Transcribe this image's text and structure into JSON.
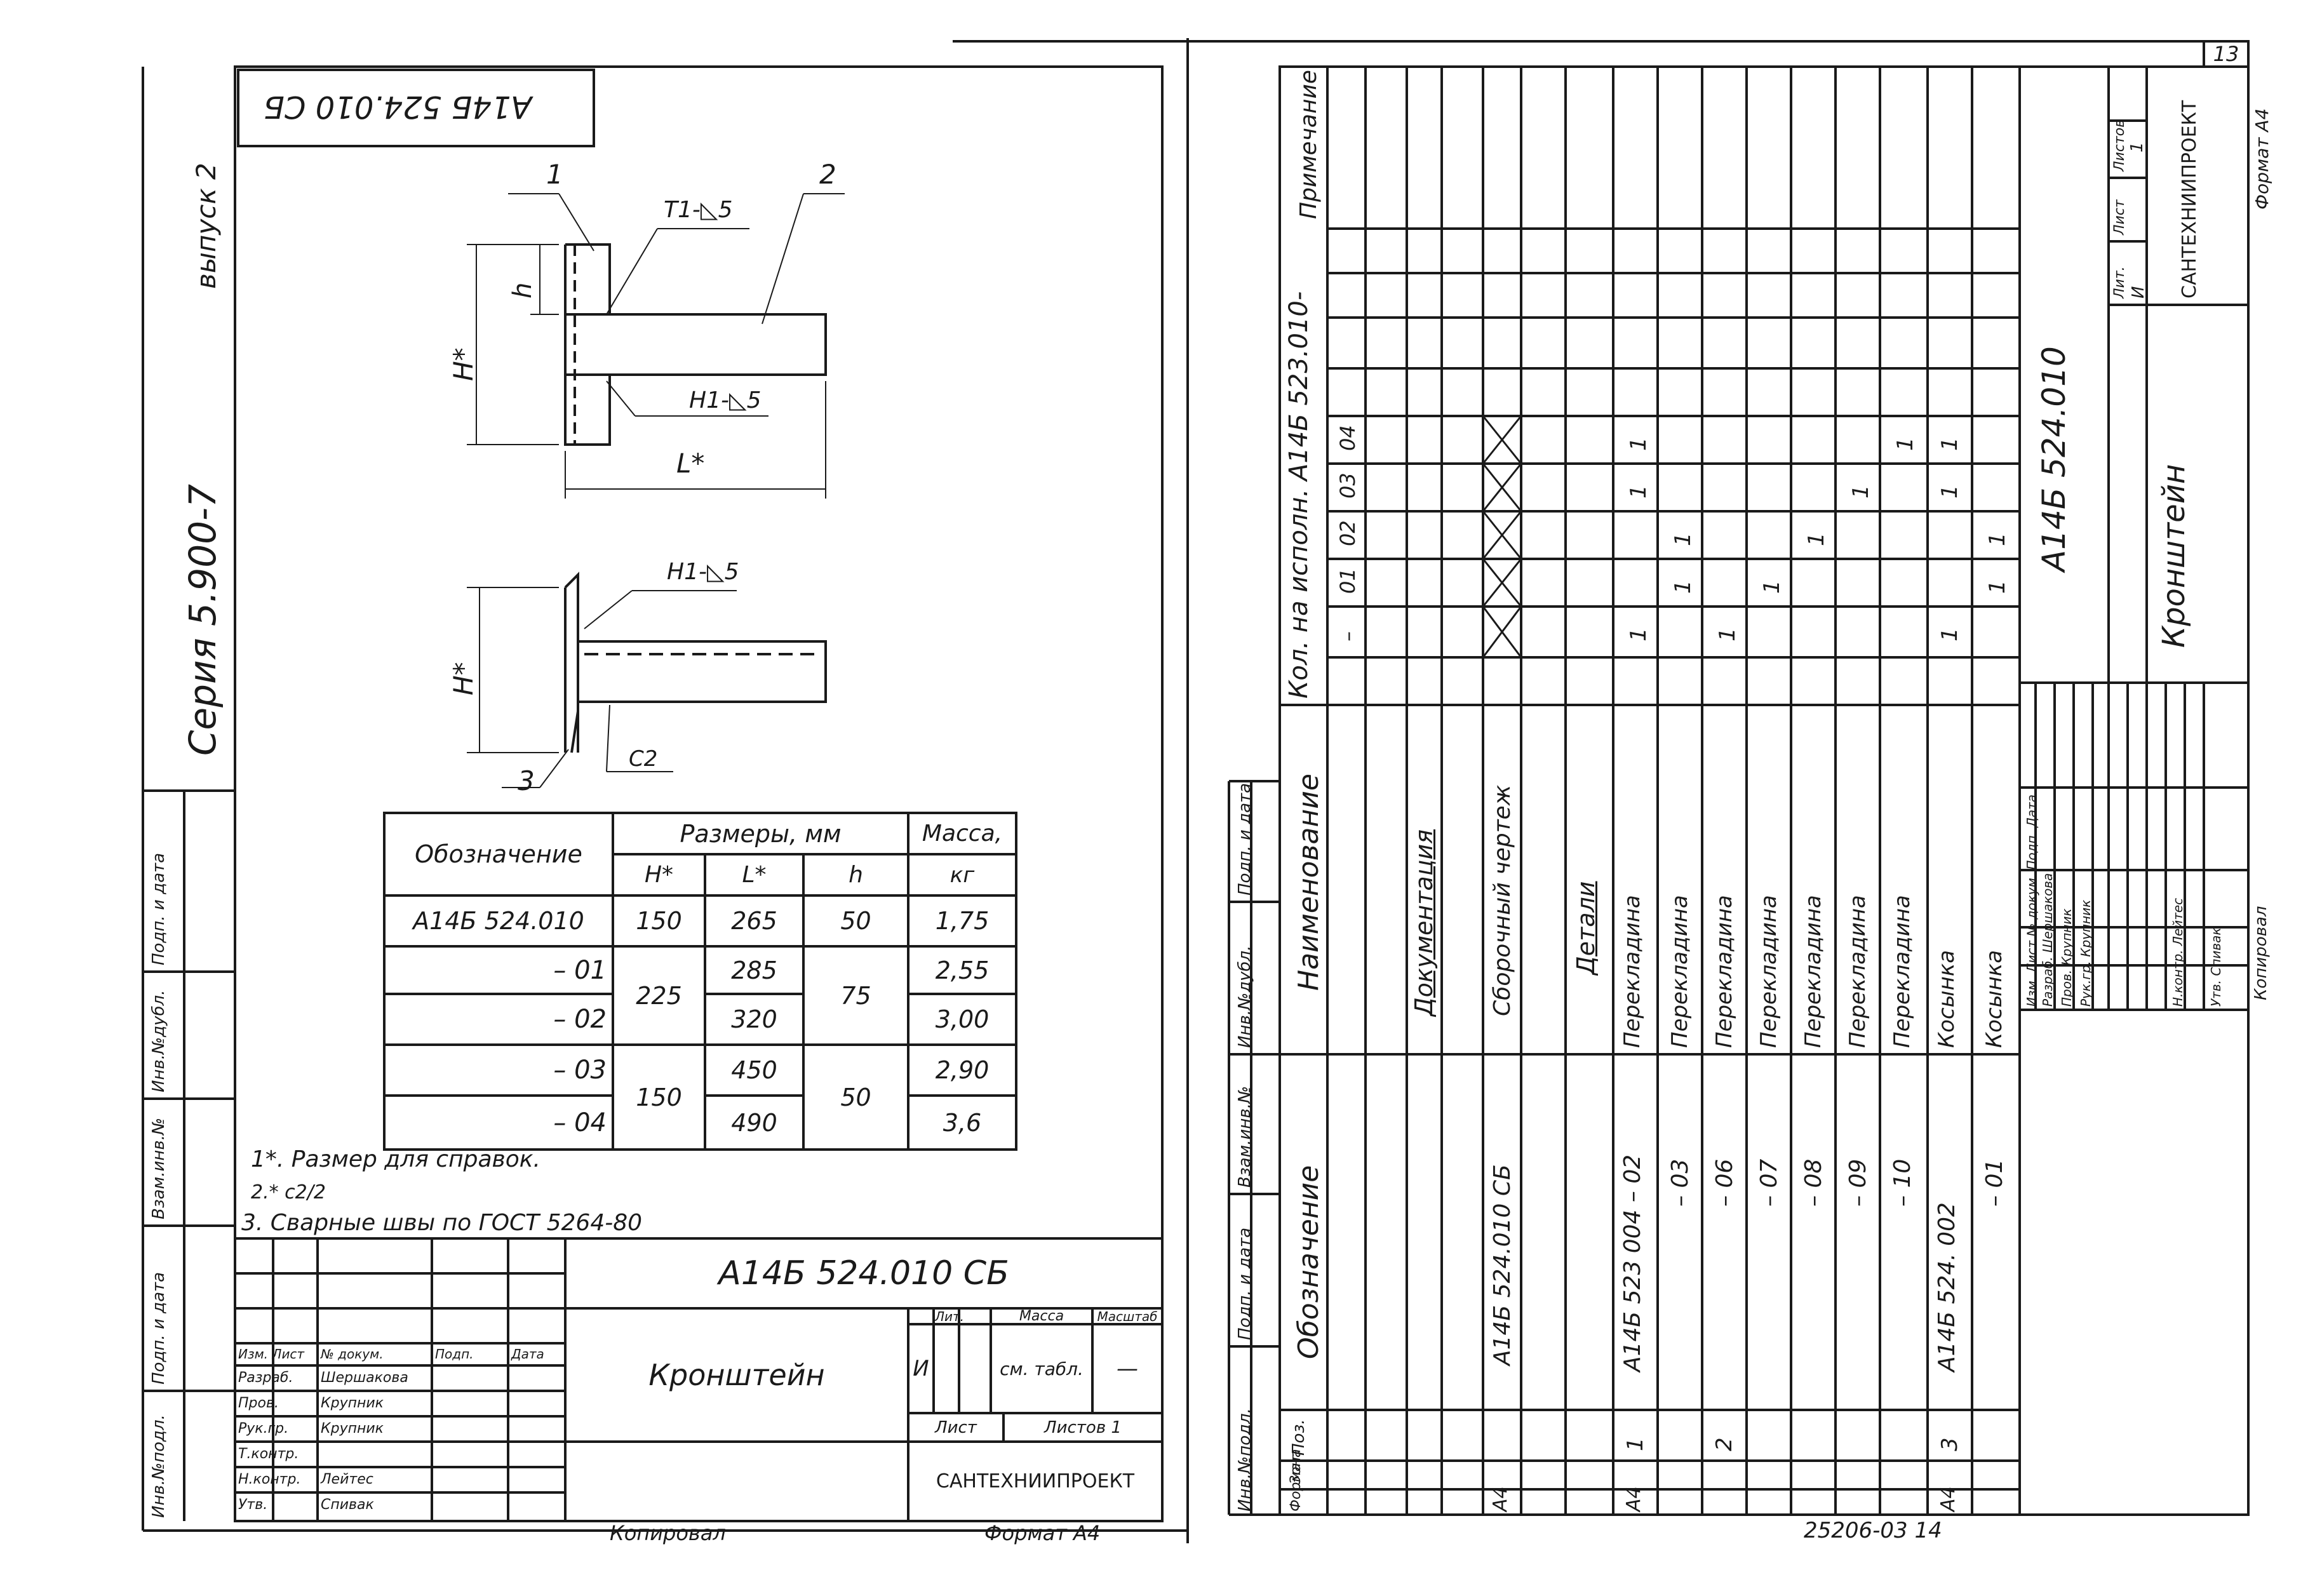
{
  "left_sheet": {
    "stamp_top": "А14Б 524.010 СБ",
    "series_label": "Серия   5.900-7",
    "issue_label": "выпуск 2",
    "drawing": {
      "leader_1": "1",
      "leader_2": "2",
      "leader_3": "3",
      "weld_top": "Т1-◺5",
      "weld_mid": "Н1-◺5",
      "weld_bottom": "Н1-◺5",
      "dim_h": "h",
      "dim_H": "H*",
      "dim_H2": "H*",
      "dim_L": "L*",
      "dim_c2": "С2"
    },
    "size_table": {
      "h_designation": "Обозначение",
      "h_sizes": "Размеры, мм",
      "h_mass": "Масса,",
      "h_mass_unit": "кг",
      "h_H": "H*",
      "h_L": "L*",
      "h_h": "h",
      "rows": [
        {
          "designation": "А14Б 524.010",
          "H": "150",
          "L": "265",
          "h": "50",
          "mass": "1,75"
        },
        {
          "designation": "– 01",
          "H": "225",
          "L": "285",
          "h": "75",
          "mass": "2,55"
        },
        {
          "designation": "– 02",
          "H": "",
          "L": "320",
          "h": "",
          "mass": "3,00"
        },
        {
          "designation": "– 03",
          "H": "150",
          "L": "450",
          "h": "50",
          "mass": "2,90"
        },
        {
          "designation": "– 04",
          "H": "",
          "L": "490",
          "h": "",
          "mass": "3,6"
        }
      ]
    },
    "notes": {
      "n1": "1*. Размер для справок.",
      "n2": "2.* c2/2",
      "n3": "3. Сварные швы по ГОСТ 5264-80"
    },
    "title_block": {
      "code": "А14Б 524.010 СБ",
      "name": "Кронштейн",
      "lit_header": "Лит.",
      "mass_header": "Масса",
      "scale_header": "Масштаб",
      "lit_value": "И",
      "mass_value": "см. табл.",
      "scale_value": "—",
      "sheet_label": "Лист",
      "sheets_label": "Листов 1",
      "org": "САНТЕХНИИПРОЕКТ",
      "signers": [
        {
          "role": "Изм. Лист",
          "name": "№ докум.",
          "sign": "Подп.",
          "date": "Дата"
        },
        {
          "role": "Разраб.",
          "name": "Шершакова",
          "sign": "",
          "date": ""
        },
        {
          "role": "Пров.",
          "name": "Крупник",
          "sign": "",
          "date": ""
        },
        {
          "role": "Рук.гр.",
          "name": "Крупник",
          "sign": "",
          "date": ""
        },
        {
          "role": "Т.контр.",
          "name": "",
          "sign": "",
          "date": ""
        },
        {
          "role": "Н.контр.",
          "name": "Лейтес",
          "sign": "",
          "date": ""
        },
        {
          "role": "Утв.",
          "name": "Спивак",
          "sign": "",
          "date": ""
        }
      ]
    },
    "footer_copied": "Копировал",
    "footer_format": "Формат А4",
    "side_labels": [
      "Инв.№подл.",
      "Подп. и дата",
      "Взам.инв.№",
      "Инв.№дубл.",
      "Подп. и дата"
    ]
  },
  "right_sheet": {
    "sheet_number": "13",
    "spec_headers": {
      "format": "Формат",
      "zone": "Зона",
      "pos": "Поз.",
      "designation": "Обозначение",
      "name": "Наименование",
      "qty_header": "Кол. на исполн.   А14Б 523.010-",
      "note": "Примечание",
      "variants": [
        "–",
        "01",
        "02",
        "03",
        "04"
      ]
    },
    "spec_rows": [
      {
        "format": "",
        "pos": "",
        "designation": "",
        "name": "Документация",
        "q": [
          "",
          "",
          "",
          "",
          ""
        ]
      },
      {
        "format": "А4",
        "pos": "",
        "designation": "А14Б 524.010 СБ",
        "name": "Сборочный чертеж",
        "q": [
          "X",
          "X",
          "X",
          "X",
          "X"
        ]
      },
      {
        "format": "",
        "pos": "",
        "designation": "",
        "name": "Детали",
        "q": [
          "",
          "",
          "",
          "",
          ""
        ]
      },
      {
        "format": "А4",
        "pos": "1",
        "designation": "А14Б 523 004 – 02",
        "name": "Перекладина",
        "q": [
          "1",
          "",
          "",
          "1",
          "1"
        ]
      },
      {
        "format": "",
        "pos": "",
        "designation": "– 03",
        "name": "Перекладина",
        "q": [
          "",
          "1",
          "1",
          "",
          ""
        ]
      },
      {
        "format": "",
        "pos": "2",
        "designation": "– 06",
        "name": "Перекладина",
        "q": [
          "1",
          "",
          "",
          "",
          ""
        ]
      },
      {
        "format": "",
        "pos": "",
        "designation": "– 07",
        "name": "Перекладина",
        "q": [
          "",
          "1",
          "",
          "",
          ""
        ]
      },
      {
        "format": "",
        "pos": "",
        "designation": "– 08",
        "name": "Перекладина",
        "q": [
          "",
          "",
          "1",
          "",
          ""
        ]
      },
      {
        "format": "",
        "pos": "",
        "designation": "– 09",
        "name": "Перекладина",
        "q": [
          "",
          "",
          "",
          "1",
          ""
        ]
      },
      {
        "format": "",
        "pos": "",
        "designation": "– 10",
        "name": "Перекладина",
        "q": [
          "",
          "",
          "",
          "",
          "1"
        ]
      },
      {
        "format": "А4",
        "pos": "3",
        "designation": "А14Б 524. 002",
        "name": "Косынка",
        "q": [
          "1",
          "",
          "",
          "1",
          "1"
        ]
      },
      {
        "format": "",
        "pos": "",
        "designation": "– 01",
        "name": "Косынка",
        "q": [
          "",
          "1",
          "1",
          "",
          ""
        ]
      }
    ],
    "title_block": {
      "code": "А14Б 524.010",
      "name": "Кронштейн",
      "lit_label": "Лит.",
      "sheet_label": "Лист",
      "sheets_label": "Листов",
      "lit_value": "И",
      "sheets_value": "1",
      "org": "САНТЕХНИИПРОЕКТ",
      "signers": [
        "Изм. Лист № докум. Подп. Дата",
        "Разраб. Шершакова",
        "Пров. Крупник",
        "Рук.гр. Крупник",
        "Н.контр. Лейтес",
        "Утв. Спивак"
      ]
    },
    "footer_copied": "Копировал",
    "footer_format": "Формат А4",
    "bottom_code": "25206-03   14",
    "side_labels": [
      "Инв.№подл.",
      "Подп. и дата",
      "Взам.инв.№",
      "Инв.№дубл.",
      "Подп. и дата"
    ]
  }
}
